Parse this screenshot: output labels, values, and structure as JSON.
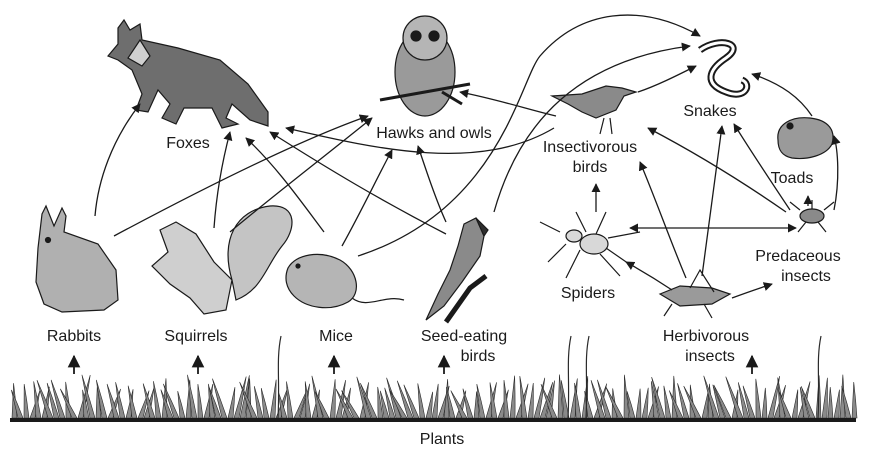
{
  "organisms": {
    "foxes": "Foxes",
    "hawks_owls": "Hawks and owls",
    "snakes": "Snakes",
    "insectivorous_birds_1": "Insectivorous",
    "insectivorous_birds_2": "birds",
    "toads": "Toads",
    "predaceous_insects_1": "Predaceous",
    "predaceous_insects_2": "insects",
    "spiders": "Spiders",
    "rabbits": "Rabbits",
    "squirrels": "Squirrels",
    "mice": "Mice",
    "seed_eating_birds_1": "Seed-eating",
    "seed_eating_birds_2": "birds",
    "herbivorous_insects_1": "Herbivorous",
    "herbivorous_insects_2": "insects",
    "plants": "Plants"
  },
  "colors": {
    "ink": "#1a1a1a",
    "grass": "#8a8a8a",
    "fur_light": "#d0d0d0",
    "fur_dark": "#6e6e6e"
  }
}
